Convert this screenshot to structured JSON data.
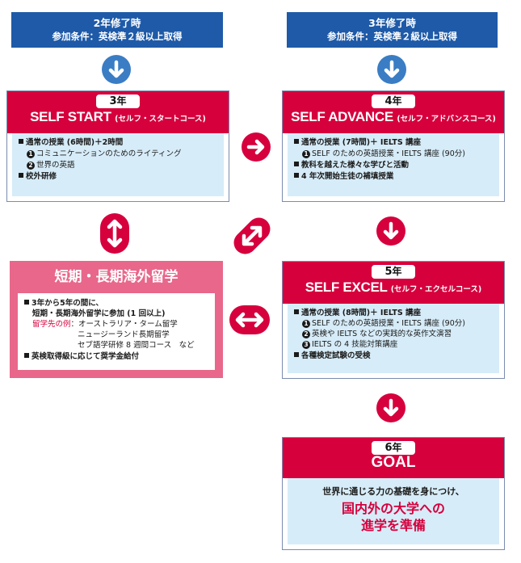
{
  "top_left": {
    "line1": "2年修了時",
    "line2": "参加条件：英検準２級以上取得"
  },
  "top_right": {
    "line1": "3年修了時",
    "line2": "参加条件：英検準２級以上取得"
  },
  "year3": {
    "year_num": "3",
    "year_suffix": "年",
    "title": "SELF START",
    "subtitle": "(セルフ・スタートコース)",
    "items": [
      "通常の授業 (6時間)＋2時間",
      "コミュニケーションのためのライティング",
      "世界の英語",
      "校外研修"
    ],
    "markers": [
      "1",
      "2"
    ]
  },
  "year4": {
    "year_num": "4",
    "year_suffix": "年",
    "title": "SELF ADVANCE",
    "subtitle": "(セルフ・アドバンスコース)",
    "items": [
      "通常の授業 (7時間)＋ IELTS 講座",
      "SELF のための英語授業・IELTS 講座 (90分)",
      "教科を越えた様々な学びと活動",
      "4 年次開始生徒の補填授業"
    ],
    "markers": [
      "1"
    ]
  },
  "year5": {
    "year_num": "5",
    "year_suffix": "年",
    "title": "SELF EXCEL",
    "subtitle": "(セルフ・エクセルコース)",
    "items": [
      "通常の授業 (8時間)＋ IELTS 講座",
      "SELF のための英語授業・IELTS 講座 (90分)",
      "英検や IELTS などの実践的な英作文演習",
      "IELTS の 4 技能対策講座",
      "各種検定試験の受検"
    ],
    "markers": [
      "1",
      "2",
      "3"
    ]
  },
  "year6": {
    "year_num": "6",
    "year_suffix": "年",
    "title": "GOAL",
    "message": "世界に通じる力の基礎を身につけ、",
    "highlight1": "国内外の大学への",
    "highlight2": "進学を準備"
  },
  "abroad": {
    "title": "短期・長期海外留学",
    "line1": "3年から5年の間に、",
    "line2": "短期・長期海外留学に参加 (1 回以上)",
    "dest_label": "留学先の例",
    "dest_sep": "：",
    "dest1": "オーストラリア・ターム留学",
    "dest2": "ニュージーランド長期留学",
    "dest3": "セブ語学研修 8 週間コース　など",
    "line3": "英検取得級に応じて奨学金給付"
  },
  "colors": {
    "blue": "#1e5aa8",
    "crimson": "#d6003d",
    "pink": "#e8678a",
    "light_blue": "#d6ecf8",
    "arrow_blue": "#3a7dc4"
  },
  "icons": [
    "arrow-down-icon",
    "arrow-right-icon",
    "arrow-updown-icon",
    "arrow-diagonal-icon",
    "arrow-leftright-icon"
  ]
}
